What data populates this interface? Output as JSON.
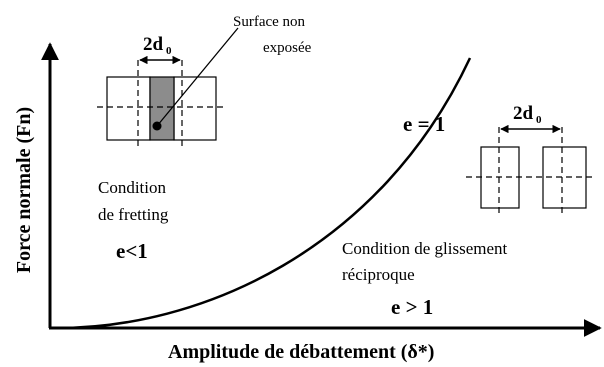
{
  "figure": {
    "y_axis_label": "Force normale (Fn)",
    "x_axis_label": "Amplitude de débattement (δ*)",
    "curve_label": "e = 1",
    "fretting": {
      "width_label": "2d",
      "width_subscript": "0",
      "surface_note_line1": "Surface non",
      "surface_note_line2": "exposée",
      "condition_line1": "Condition",
      "condition_line2": "de fretting",
      "e_value": "e<1"
    },
    "sliding": {
      "width_label": "2d",
      "width_subscript": "0",
      "condition_line1": "Condition de glissement",
      "condition_line2": "réciproque",
      "e_value": "e > 1"
    }
  },
  "colors": {
    "ink": "#000000",
    "unexposed_fill": "#8c8c8c",
    "background": "#ffffff"
  }
}
